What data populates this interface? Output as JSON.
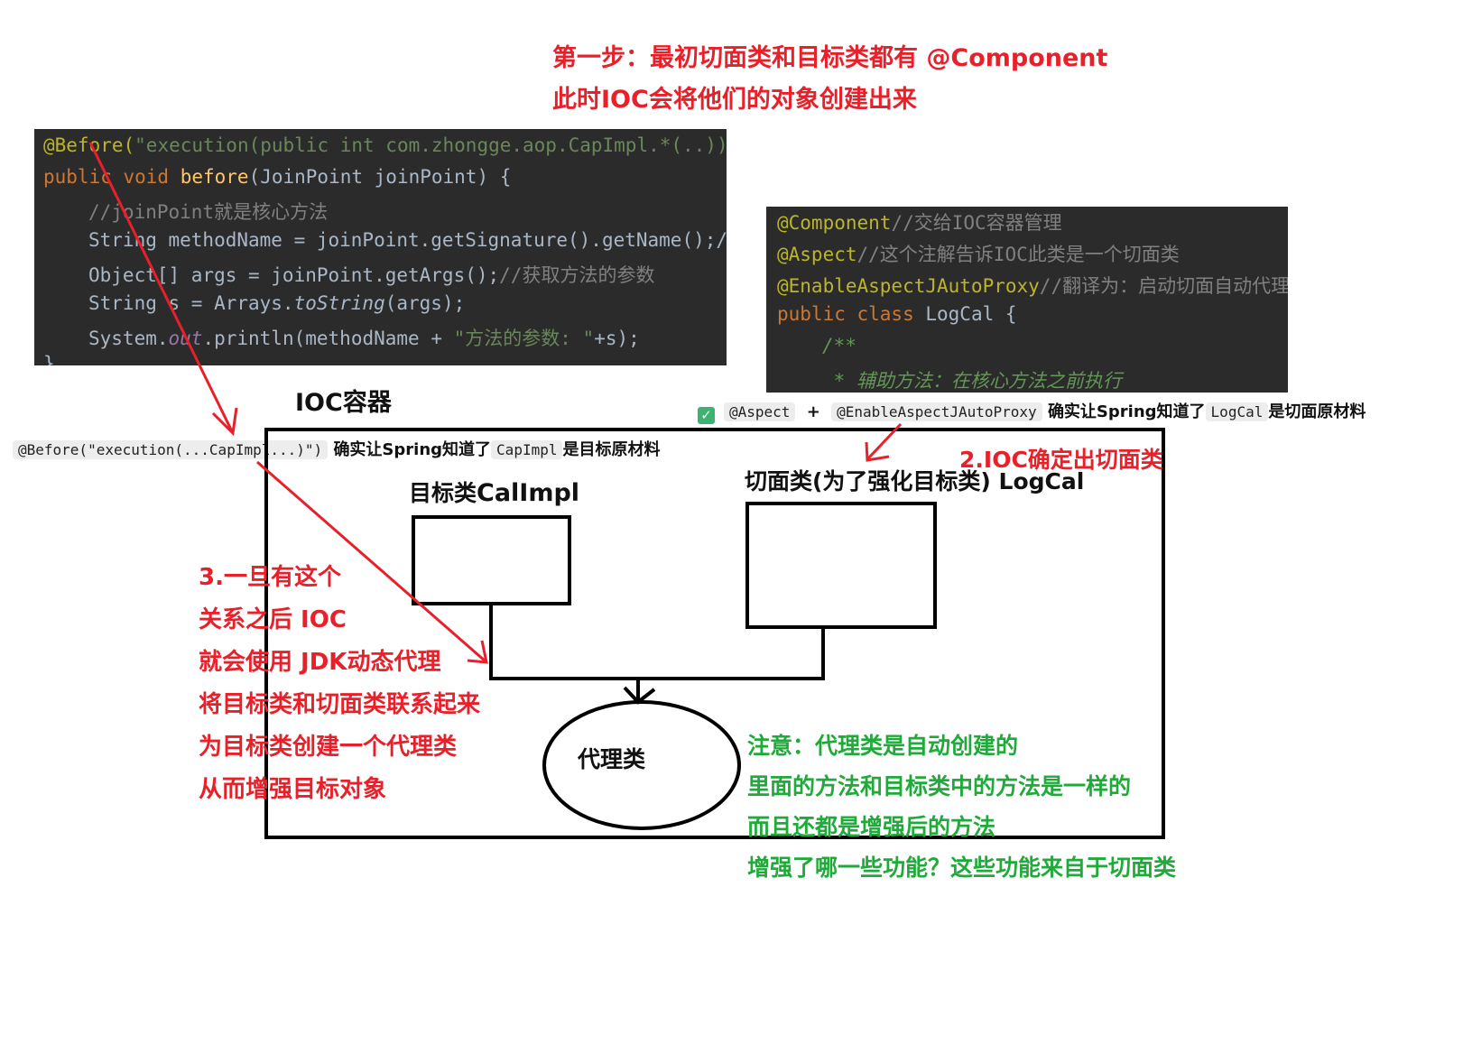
{
  "step1": {
    "line1": "第一步：最初切面类和目标类都有 @Component",
    "line2": "此时IOC会将他们的对象创建出来"
  },
  "code_before": {
    "l1_ann": "@Before(",
    "l1_str": "\"execution(public int com.zhongge.aop.CapImpl.*(..))",
    "l2_kw": "public void ",
    "l2_fn": "before",
    "l2_rest": "(JoinPoint joinPoint) {",
    "l3": "//joinPoint就是核心方法",
    "l4": "String methodName = joinPoint.getSignature().getName();/",
    "l5_code": "Object[] args = joinPoint.getArgs();",
    "l5_cmt": "//获取方法的参数",
    "l6_a": "String s = Arrays.",
    "l6_b": "toString",
    "l6_c": "(args);",
    "l7_a": "System.",
    "l7_b": "out",
    "l7_c": ".println(methodName + ",
    "l7_d": "\"方法的参数: \"",
    "l7_e": "+s);",
    "l8": "}"
  },
  "code_logcal": {
    "l1_ann": "@Component",
    "l1_cmt": "//交给IOC容器管理",
    "l2_ann": "@Aspect",
    "l2_cmt": "//这个注解告诉IOC此类是一个切面类",
    "l3_ann": "@EnableAspectJAutoProxy",
    "l3_cmt": "//翻译为：启动切面自动代理",
    "l4_kw": "public class ",
    "l4_rest": "LogCal {",
    "l5": "/**",
    "l6": " * 辅助方法：在核心方法之前执行"
  },
  "ioc_title": "IOC容器",
  "check_line": {
    "icon": "check-mark",
    "pill1": "@Aspect",
    "plus": "+",
    "pill2": "@EnableAspectJAutoProxy",
    "text1": "确实让Spring知道了",
    "pill3": "LogCal",
    "text2": "是切面原材料"
  },
  "before_line": {
    "pill1": "@Before(\"execution(...CapImpl...)\")",
    "text1": "确实让Spring知道了",
    "pill2": "CapImpl",
    "text2": "是目标原材料"
  },
  "step2": "2.IOC确定出切面类",
  "target_label": {
    "a": "目标类",
    "b": "CalImpl"
  },
  "aspect_label": "切面类(为了强化目标类) LogCal",
  "proxy_label": "代理类",
  "step3": [
    "3.一旦有这个",
    "关系之后 IOC",
    "就会使用 JDK动态代理",
    "将目标类和切面类联系起来",
    "为目标类创建一个代理类",
    "从而增强目标对象"
  ],
  "note": [
    "注意：代理类是自动创建的",
    "里面的方法和目标类中的方法是一样的",
    "而且还都是增强后的方法",
    "增强了哪一些功能？这些功能来自于切面类"
  ],
  "colors": {
    "red": "#e8202a",
    "green": "#1faa3a",
    "code_bg": "#2b2b2b"
  }
}
